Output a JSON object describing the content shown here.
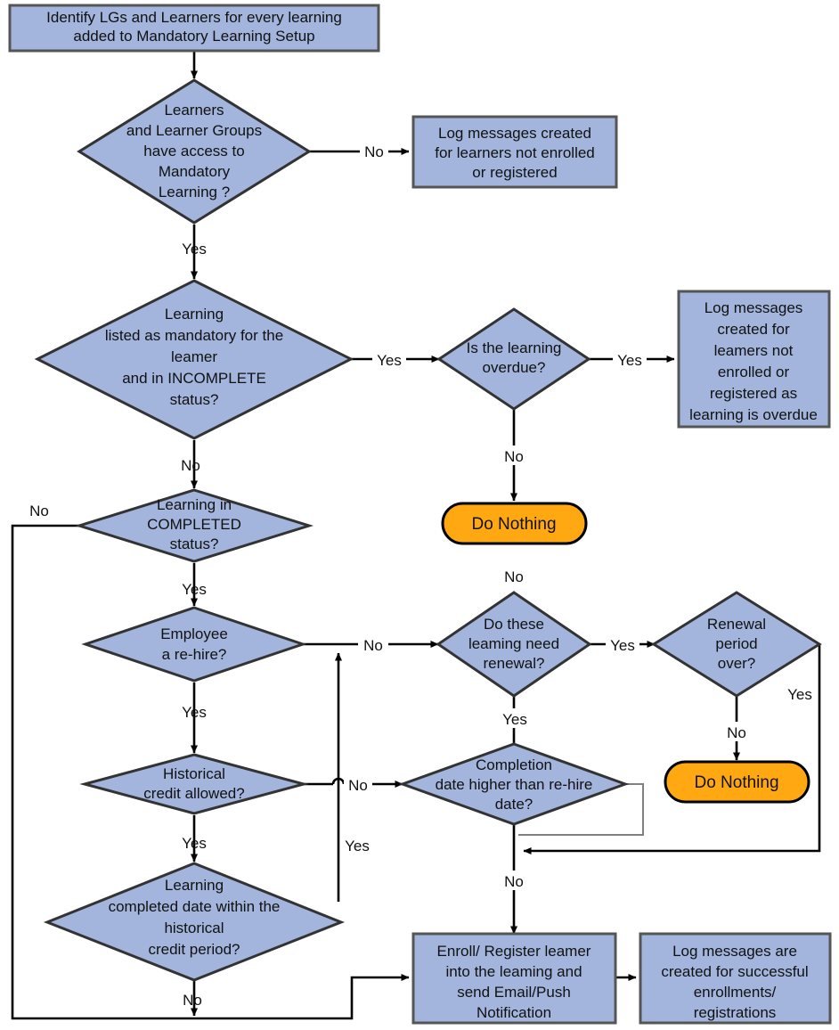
{
  "diagram": {
    "title": "Mandatory Learning enrollment decision flow",
    "colors": {
      "process_fill": "#a3b5dc",
      "process_stroke": "#555555",
      "decision_fill": "#a3b5dc",
      "decision_stroke": "#333333",
      "terminator_fill": "#ffa812",
      "terminator_stroke": "#000000",
      "edge": "#000000",
      "edge_thin": "#808080",
      "text": "#111111",
      "background": "#ffffff"
    },
    "nodes": [
      {
        "id": "start",
        "type": "process",
        "name": "identify-lgs-and-learners-box",
        "lines": [
          "Identify LGs and Learners for every learning",
          "added to Mandatory Learning Setup"
        ]
      },
      {
        "id": "access",
        "type": "decision",
        "name": "learners-have-access-decision",
        "lines": [
          "Learners",
          "and Learner Groups",
          "have access to",
          "Mandatory",
          "Learning ?"
        ]
      },
      {
        "id": "lognotenrolled",
        "type": "process",
        "name": "log-messages-not-enrolled-box",
        "lines": [
          "Log messages created",
          "for learners not enrolled",
          "or registered"
        ]
      },
      {
        "id": "mandatory",
        "type": "decision",
        "name": "listed-as-mandatory-incomplete-decision",
        "lines": [
          "Learning",
          "listed as mandatory for the",
          "leamer",
          "and in INCOMPLETE",
          "status?"
        ]
      },
      {
        "id": "overdue",
        "type": "decision",
        "name": "is-learning-overdue-decision",
        "lines": [
          "Is the learning",
          "overdue?"
        ]
      },
      {
        "id": "logoverdue",
        "type": "process",
        "name": "log-messages-overdue-box",
        "lines": [
          "Log messages",
          "created for",
          "leamers not",
          "enrolled or",
          "registered as",
          "learning is overdue"
        ]
      },
      {
        "id": "donothing1",
        "type": "terminator",
        "name": "do-nothing-terminator-upper",
        "lines": [
          "Do Nothing"
        ]
      },
      {
        "id": "completed",
        "type": "decision",
        "name": "learning-in-completed-status-decision",
        "lines": [
          "Learning  in",
          "COMPLETED",
          "status?"
        ]
      },
      {
        "id": "rehire",
        "type": "decision",
        "name": "employee-a-re-hire-decision",
        "lines": [
          "Employee",
          "a re-hire?"
        ]
      },
      {
        "id": "renewalneed",
        "type": "decision",
        "name": "learning-need-renewal-decision",
        "lines": [
          "Do these",
          "leaming need",
          "renewal?"
        ]
      },
      {
        "id": "renewalover",
        "type": "decision",
        "name": "renewal-period-over-decision",
        "lines": [
          "Renewal",
          "period",
          "over?"
        ]
      },
      {
        "id": "histcredit",
        "type": "decision",
        "name": "historical-credit-allowed-decision",
        "lines": [
          "Historical",
          "credit allowed?"
        ]
      },
      {
        "id": "compdate",
        "type": "decision",
        "name": "completion-date-higher-than-rehire-decision",
        "lines": [
          "Completion",
          "date higher than re-hire",
          "date?"
        ]
      },
      {
        "id": "donothing2",
        "type": "terminator",
        "name": "do-nothing-terminator-lower",
        "lines": [
          "Do Nothing"
        ]
      },
      {
        "id": "histperiod",
        "type": "decision",
        "name": "completed-date-within-historical-credit-period-decision",
        "lines": [
          "Learning",
          "completed date within the",
          "historical",
          "credit period?"
        ]
      },
      {
        "id": "enroll",
        "type": "process",
        "name": "enroll-register-learner-box",
        "lines": [
          "Enroll/ Register leamer",
          "into the leaming and",
          "send Email/Push",
          "Notification"
        ]
      },
      {
        "id": "logsuccess",
        "type": "process",
        "name": "log-messages-successful-box",
        "lines": [
          "Log messages are",
          "created for successful",
          "enrollments/",
          "registrations"
        ]
      }
    ],
    "edge_labels": {
      "access_no": "No",
      "access_yes": "Yes",
      "mandatory_yes": "Yes",
      "mandatory_no": "No",
      "overdue_yes": "Yes",
      "overdue_no": "No",
      "completed_no": "No",
      "completed_yes": "Yes",
      "donothing1_in_no": "No",
      "rehire_no": "No",
      "rehire_yes": "Yes",
      "renewalneed_yes_right": "Yes",
      "renewalneed_yes_bottom": "Yes",
      "renewalover_yes": "Yes",
      "renewalover_no": "No",
      "histcredit_no": "No",
      "histcredit_yes": "Yes",
      "compdate_no": "No",
      "histperiod_yes": "Yes",
      "histperiod_no": "No"
    }
  }
}
